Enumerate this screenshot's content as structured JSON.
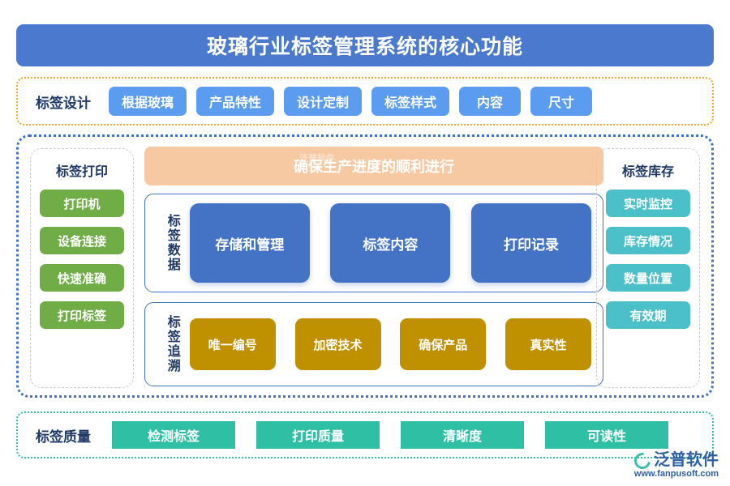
{
  "header": {
    "title": "玻璃行业标签管理系统的核心功能",
    "bg_color": "#4A79CE"
  },
  "design_section": {
    "label": "标签设计",
    "border_color": "#F0A830",
    "pill_color": "#5B9BF0",
    "items": [
      {
        "label": "根据玻璃"
      },
      {
        "label": "产品特性"
      },
      {
        "label": "设计定制"
      },
      {
        "label": "标签样式"
      },
      {
        "label": "内容"
      },
      {
        "label": "尺寸"
      }
    ]
  },
  "middle_section": {
    "border_color": "#4472C4",
    "print_column": {
      "title": "标签打印",
      "button_color": "#70AD47",
      "items": [
        {
          "label": "打印机"
        },
        {
          "label": "设备连接"
        },
        {
          "label": "快速准确"
        },
        {
          "label": "打印标签"
        }
      ]
    },
    "inventory_column": {
      "title": "标签库存",
      "button_color": "#4BC0C8",
      "items": [
        {
          "label": "实时监控"
        },
        {
          "label": "库存情况"
        },
        {
          "label": "数量位置"
        },
        {
          "label": "有效期"
        }
      ]
    },
    "banner": {
      "text": "确保生产进度的顺利进行",
      "bg_color": "#F7C9A3",
      "watermark": "泛普软件"
    },
    "data_card": {
      "label": "标签数据",
      "tile_color": "#4472C4",
      "items": [
        {
          "label": "存储和管理"
        },
        {
          "label": "标签内容"
        },
        {
          "label": "打印记录"
        }
      ]
    },
    "trace_card": {
      "label": "标签追溯",
      "tile_color": "#BF9000",
      "items": [
        {
          "label": "唯一编号"
        },
        {
          "label": "加密技术"
        },
        {
          "label": "确保产品"
        },
        {
          "label": "真实性"
        }
      ]
    }
  },
  "quality_section": {
    "label": "标签质量",
    "border_color": "#2EBFA5",
    "button_color": "#2EBFA5",
    "items": [
      {
        "label": "检测标签"
      },
      {
        "label": "打印质量"
      },
      {
        "label": "清晰度"
      },
      {
        "label": "可读性"
      }
    ]
  },
  "logo": {
    "name": "泛普软件",
    "url": "www.fanpusoft.com"
  }
}
